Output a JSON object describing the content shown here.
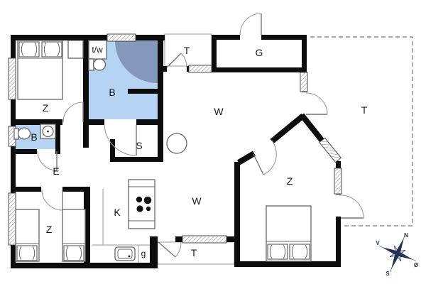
{
  "colors": {
    "wall": "#0d0d0d",
    "bath-floor": "#b5d3f2",
    "shower": "#8598bb",
    "compass": "#233356"
  },
  "rooms": {
    "bedroom_nw": {
      "label": "Z"
    },
    "utility": {
      "label": "t/w"
    },
    "bathroom_main": {
      "label": "B"
    },
    "sauna": {
      "label": "S"
    },
    "entrance": {
      "label": "E"
    },
    "bathroom_small": {
      "label": "B"
    },
    "bedroom_sw": {
      "label": "Z"
    },
    "kitchen": {
      "label": "K"
    },
    "living_north": {
      "label": "W"
    },
    "living_south": {
      "label": "W"
    },
    "annex": {
      "label": "G"
    },
    "bedroom_se": {
      "label": "Z"
    },
    "terrace_north": {
      "label": "T"
    },
    "terrace_east": {
      "label": "T"
    },
    "terrace_south": {
      "label": "T"
    },
    "larder": {
      "label": "g"
    }
  },
  "compass": {
    "north": "N",
    "south": "S",
    "east": "Ø",
    "west": "V"
  }
}
